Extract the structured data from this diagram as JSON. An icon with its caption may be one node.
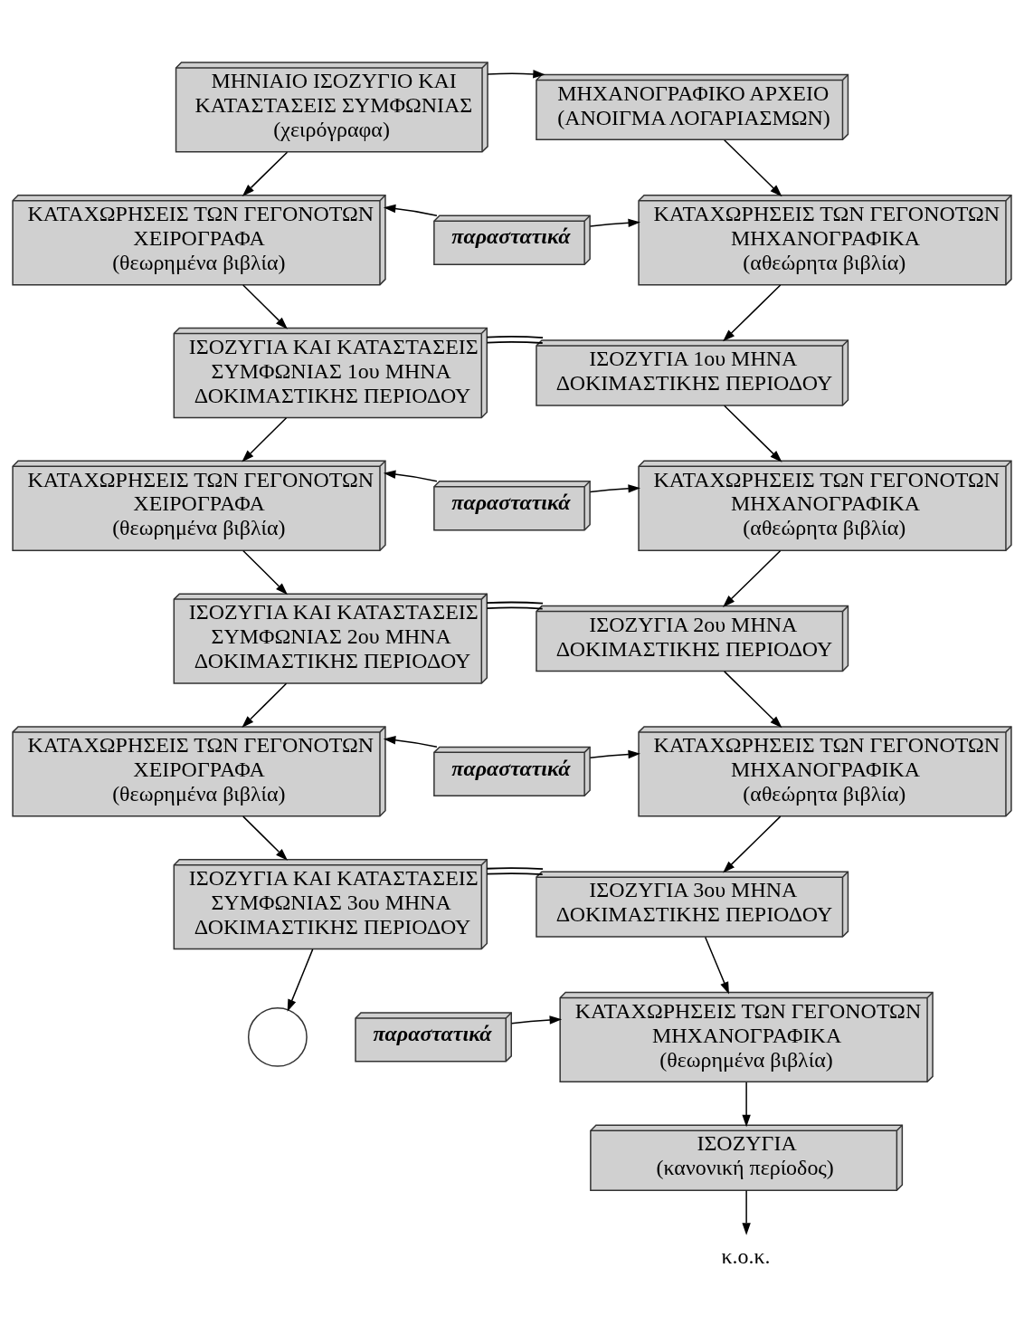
{
  "diagram": {
    "nodes": [
      {
        "text": [
          "ΜΗΝΙΑΙΟ ΙΣΟΖΥΓΙΟ ΚΑΙ ΚΑΤΑΣΤΑΣΕΙΣ ΣΥΜΦΩΝΙΑΣ",
          "(χειρόγραφα)"
        ]
      },
      {
        "text": [
          "ΜΗΧΑΝΟΓΡΑΦΙΚΟ ΑΡΧΕΙΟ (ΑΝΟΙΓΜΑ ΛΟΓΑΡΙΑΣΜΩΝ)"
        ]
      },
      {
        "text": [
          "ΚΑΤΑΧΩΡΗΣΕΙΣ ΤΩΝ ΓΕΓΟΝΟΤΩΝ ΧΕΙΡΟΓΡΑΦΑ",
          "(θεωρημένα βιβλία)"
        ]
      },
      {
        "text": [
          "παραστατικά"
        ]
      },
      {
        "text": [
          "ΚΑΤΑΧΩΡΗΣΕΙΣ ΤΩΝ ΓΕΓΟΝΟΤΩΝ ΜΗΧΑΝΟΓΡΑΦΙΚΑ",
          "(αθεώρητα βιβλία)"
        ]
      },
      {
        "text": [
          "ΙΣΟΖΥΓΙΑ ΚΑΙ ΚΑΤΑΣΤΑΣΕΙΣ ΣΥΜΦΩΝΙΑΣ 1ου ΜΗΝΑ ΔΟΚΙΜΑΣΤΙΚΗΣ ΠΕΡΙΟΔΟΥ"
        ]
      },
      {
        "text": [
          "ΙΣΟΖΥΓΙΑ 1ου ΜΗΝΑ ΔΟΚΙΜΑΣΤΙΚΗΣ ΠΕΡΙΟΔΟΥ"
        ]
      },
      {
        "text": [
          "ΚΑΤΑΧΩΡΗΣΕΙΣ ΤΩΝ ΓΕΓΟΝΟΤΩΝ ΧΕΙΡΟΓΡΑΦΑ",
          "(θεωρημένα βιβλία)"
        ]
      },
      {
        "text": [
          "παραστατικά"
        ]
      },
      {
        "text": [
          "ΚΑΤΑΧΩΡΗΣΕΙΣ ΤΩΝ ΓΕΓΟΝΟΤΩΝ ΜΗΧΑΝΟΓΡΑΦΙΚΑ",
          "(αθεώρητα βιβλία)"
        ]
      },
      {
        "text": [
          "ΙΣΟΖΥΓΙΑ ΚΑΙ ΚΑΤΑΣΤΑΣΕΙΣ ΣΥΜΦΩΝΙΑΣ 2ου ΜΗΝΑ ΔΟΚΙΜΑΣΤΙΚΗΣ ΠΕΡΙΟΔΟΥ"
        ]
      },
      {
        "text": [
          "ΙΣΟΖΥΓΙΑ 2ου ΜΗΝΑ ΔΟΚΙΜΑΣΤΙΚΗΣ ΠΕΡΙΟΔΟΥ"
        ]
      },
      {
        "text": [
          "ΚΑΤΑΧΩΡΗΣΕΙΣ ΤΩΝ ΓΕΓΟΝΟΤΩΝ ΧΕΙΡΟΓΡΑΦΑ",
          "(θεωρημένα βιβλία)"
        ]
      },
      {
        "text": [
          "παραστατικά"
        ]
      },
      {
        "text": [
          "ΚΑΤΑΧΩΡΗΣΕΙΣ ΤΩΝ ΓΕΓΟΝΟΤΩΝ ΜΗΧΑΝΟΓΡΑΦΙΚΑ",
          "(αθεώρητα βιβλία)"
        ]
      },
      {
        "text": [
          "ΙΣΟΖΥΓΙΑ ΚΑΙ ΚΑΤΑΣΤΑΣΕΙΣ ΣΥΜΦΩΝΙΑΣ 3ου ΜΗΝΑ ΔΟΚΙΜΑΣΤΙΚΗΣ ΠΕΡΙΟΔΟΥ"
        ]
      },
      {
        "text": [
          "ΙΣΟΖΥΓΙΑ 3ου ΜΗΝΑ ΔΟΚΙΜΑΣΤΙΚΗΣ ΠΕΡΙΟΔΟΥ"
        ]
      },
      {
        "text": [],
        "shape": "circle"
      },
      {
        "text": [
          "παραστατικά"
        ]
      },
      {
        "text": [
          "ΚΑΤΑΧΩΡΗΣΕΙΣ ΤΩΝ ΓΕΓΟΝΟΤΩΝ ΜΗΧΑΝΟΓΡΑΦΙΚΑ",
          "(θεωρημένα βιβλία)"
        ]
      },
      {
        "text": [
          "ΙΣΟΖΥΓΙΑ",
          "(κανονική περίοδος)"
        ]
      },
      {
        "text": [
          "κ.ο.κ."
        ]
      }
    ],
    "edges": [
      {
        "from": 0,
        "to": 1,
        "arrow": "to"
      },
      {
        "from": 0,
        "to": 2,
        "arrow": "to"
      },
      {
        "from": 1,
        "to": 4,
        "arrow": "to"
      },
      {
        "from": 3,
        "to": 2,
        "arrow": "to"
      },
      {
        "from": 3,
        "to": 4,
        "arrow": "to"
      },
      {
        "from": 2,
        "to": 5,
        "arrow": "to"
      },
      {
        "from": 4,
        "to": 6,
        "arrow": "to"
      },
      {
        "from": 5,
        "to": 6,
        "arrow": "none"
      },
      {
        "from": 5,
        "to": 7,
        "arrow": "to"
      },
      {
        "from": 6,
        "to": 9,
        "arrow": "to"
      },
      {
        "from": 8,
        "to": 7,
        "arrow": "to"
      },
      {
        "from": 8,
        "to": 9,
        "arrow": "to"
      },
      {
        "from": 7,
        "to": 10,
        "arrow": "to"
      },
      {
        "from": 9,
        "to": 11,
        "arrow": "to"
      },
      {
        "from": 10,
        "to": 11,
        "arrow": "none"
      },
      {
        "from": 10,
        "to": 12,
        "arrow": "to"
      },
      {
        "from": 11,
        "to": 14,
        "arrow": "to"
      },
      {
        "from": 13,
        "to": 12,
        "arrow": "to"
      },
      {
        "from": 13,
        "to": 14,
        "arrow": "to"
      },
      {
        "from": 12,
        "to": 15,
        "arrow": "to"
      },
      {
        "from": 14,
        "to": 16,
        "arrow": "to"
      },
      {
        "from": 15,
        "to": 16,
        "arrow": "none"
      },
      {
        "from": 15,
        "to": 17,
        "arrow": "to"
      },
      {
        "from": 16,
        "to": 19,
        "arrow": "to"
      },
      {
        "from": 18,
        "to": 19,
        "arrow": "to"
      },
      {
        "from": 19,
        "to": 20,
        "arrow": "to"
      },
      {
        "from": 20,
        "to": 21,
        "arrow": "to"
      }
    ]
  }
}
